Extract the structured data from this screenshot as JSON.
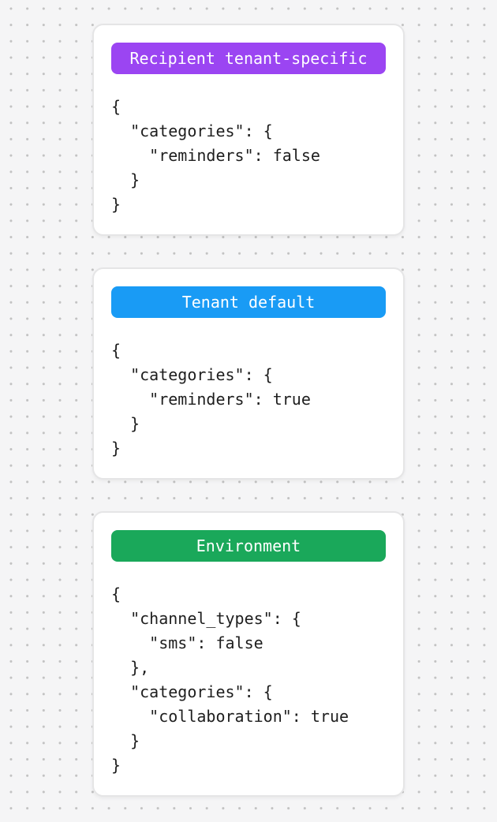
{
  "canvas": {
    "background_color": "#f5f5f6",
    "dot_color": "#c2c2c2"
  },
  "cards": [
    {
      "id": "recipient-tenant-specific",
      "badge": {
        "label": "Recipient tenant-specific",
        "color": "#9b45f2"
      },
      "code": "{\n  \"categories\": {\n    \"reminders\": false\n  }\n}"
    },
    {
      "id": "tenant-default",
      "badge": {
        "label": "Tenant default",
        "color": "#199bf5"
      },
      "code": "{\n  \"categories\": {\n    \"reminders\": true\n  }\n}"
    },
    {
      "id": "environment",
      "badge": {
        "label": "Environment",
        "color": "#1aa85a"
      },
      "code": "{\n  \"channel_types\": {\n    \"sms\": false\n  },\n  \"categories\": {\n    \"collaboration\": true\n  }\n}"
    }
  ]
}
